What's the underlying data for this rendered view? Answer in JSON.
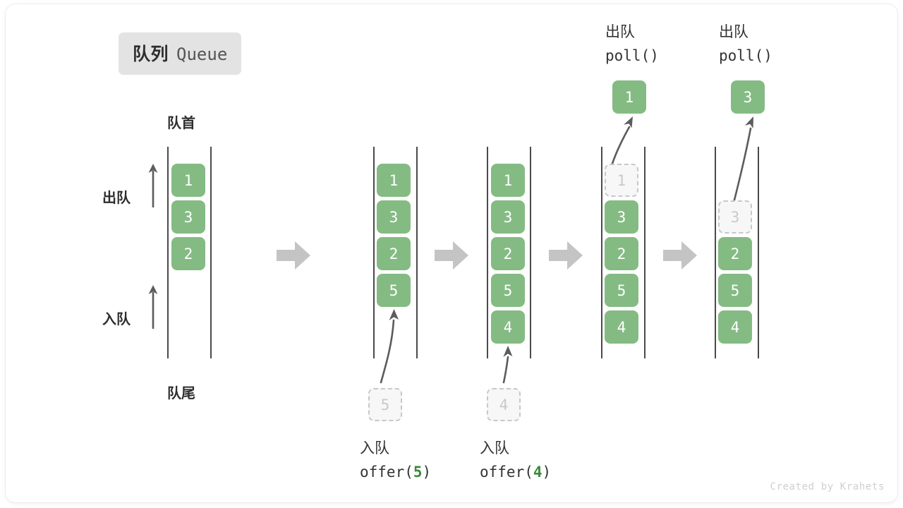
{
  "title": {
    "cn": "队列",
    "en": "Queue"
  },
  "labels": {
    "front": "队首",
    "rear": "队尾",
    "dequeue": "出队",
    "enqueue": "入队"
  },
  "colors": {
    "cell_green": "#84bb83",
    "cell_text": "#ffffff",
    "ghost_bg": "#f7f7f7",
    "ghost_border": "#c8c8c8",
    "ghost_text": "#c9c9c9",
    "rail": "#4a4a4a",
    "step_arrow": "#c4c4c4",
    "motion_arrow": "#5c5c5c",
    "badge_bg": "#e3e3e3",
    "arg_green": "#3a8a3a",
    "text": "#333333"
  },
  "icons": {
    "step": "right-arrow-icon",
    "dir_up": "up-arrow-icon",
    "motion": "curved-arrow-icon"
  },
  "states": [
    {
      "id": "state-initial",
      "cells": [
        "1",
        "3",
        "2"
      ],
      "ghost_index": null,
      "popped": null,
      "incoming": null,
      "caption": null
    },
    {
      "id": "state-after-offer-5",
      "cells": [
        "1",
        "3",
        "2",
        "5"
      ],
      "ghost_index": null,
      "popped": null,
      "incoming": "5",
      "caption": {
        "line1": "入队",
        "fn_pre": "offer(",
        "arg": "5",
        "fn_post": ")"
      }
    },
    {
      "id": "state-after-offer-4",
      "cells": [
        "1",
        "3",
        "2",
        "5",
        "4"
      ],
      "ghost_index": null,
      "popped": null,
      "incoming": "4",
      "caption": {
        "line1": "入队",
        "fn_pre": "offer(",
        "arg": "4",
        "fn_post": ")"
      }
    },
    {
      "id": "state-poll-1",
      "cells": [
        "1",
        "3",
        "2",
        "5",
        "4"
      ],
      "ghost_index": 0,
      "popped": "1",
      "incoming": null,
      "top_caption": {
        "line1": "出队",
        "line2": "poll()"
      }
    },
    {
      "id": "state-poll-3",
      "cells": [
        "3",
        "2",
        "5",
        "4"
      ],
      "ghost_index": 0,
      "popped": "3",
      "incoming": null,
      "top_caption": {
        "line1": "出队",
        "line2": "poll()"
      }
    }
  ],
  "credit": "Created by Krahets"
}
